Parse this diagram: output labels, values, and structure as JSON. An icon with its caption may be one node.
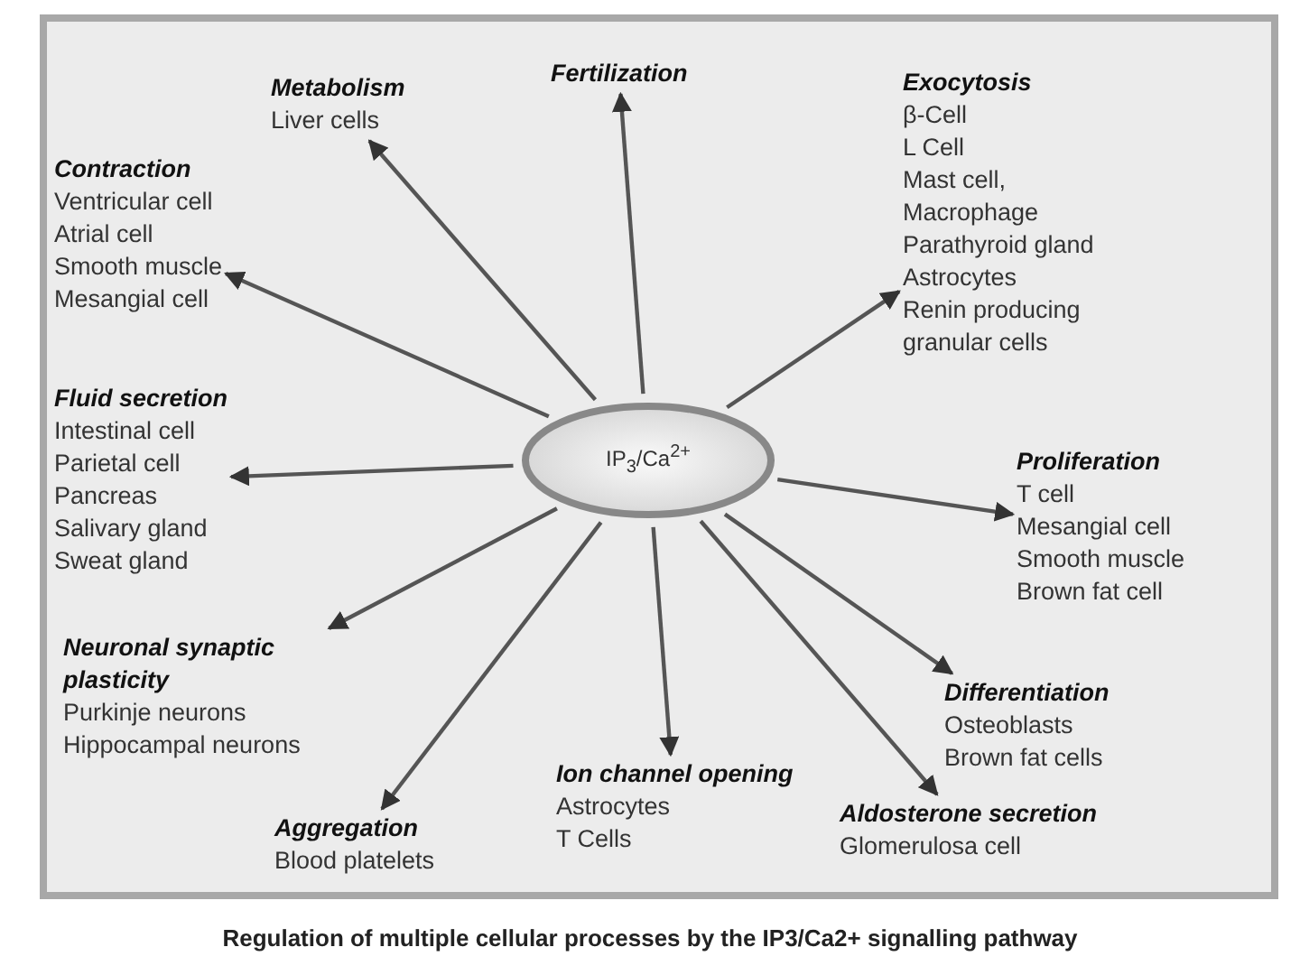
{
  "diagram": {
    "caption": "Regulation of multiple cellular processes by the IP3/Ca2+ signalling pathway",
    "nodes": [
      {
        "text": [
          "IP$_{3}$/Ca$^{2+}$"
        ]
      },
      {
        "text": [
          "Metabolism",
          "Liver cells"
        ]
      },
      {
        "text": [
          "Fertilization"
        ]
      },
      {
        "text": [
          "Exocytosis",
          "β-Cell",
          "L Cell",
          "Mast cell,",
          "Macrophage",
          "Parathyroid gland",
          "Astrocytes",
          "Renin producing granular cells"
        ]
      },
      {
        "text": [
          "Contraction",
          "Ventricular cell",
          "Atrial cell",
          "Smooth muscle",
          "Mesangial cell"
        ]
      },
      {
        "text": [
          "Fluid secretion",
          "Intestinal cell",
          "Parietal cell",
          "Pancreas",
          "Salivary gland",
          "Sweat gland"
        ]
      },
      {
        "text": [
          "Proliferation",
          "T cell",
          "Mesangial cell",
          "Smooth muscle",
          "Brown fat cell"
        ]
      },
      {
        "text": [
          "Neuronal synaptic plasticity",
          "Purkinje neurons",
          "Hippocampal neurons"
        ]
      },
      {
        "text": [
          "Differentiation",
          "Osteoblasts",
          "Brown fat cells"
        ]
      },
      {
        "text": [
          "Aggregation",
          "Blood platelets"
        ]
      },
      {
        "text": [
          "Ion channel opening",
          "Astrocytes",
          "T Cells"
        ]
      },
      {
        "text": [
          "Aldosterone secretion",
          "Glomerulosa cell"
        ]
      }
    ],
    "edges": [
      {
        "from": 0,
        "to": 1,
        "arrow": "to"
      },
      {
        "from": 0,
        "to": 2,
        "arrow": "to"
      },
      {
        "from": 0,
        "to": 3,
        "arrow": "to"
      },
      {
        "from": 0,
        "to": 4,
        "arrow": "to"
      },
      {
        "from": 0,
        "to": 5,
        "arrow": "to"
      },
      {
        "from": 0,
        "to": 6,
        "arrow": "to"
      },
      {
        "from": 0,
        "to": 7,
        "arrow": "to"
      },
      {
        "from": 0,
        "to": 8,
        "arrow": "to"
      },
      {
        "from": 0,
        "to": 9,
        "arrow": "to"
      },
      {
        "from": 0,
        "to": 10,
        "arrow": "to"
      },
      {
        "from": 0,
        "to": 11,
        "arrow": "to"
      }
    ]
  }
}
